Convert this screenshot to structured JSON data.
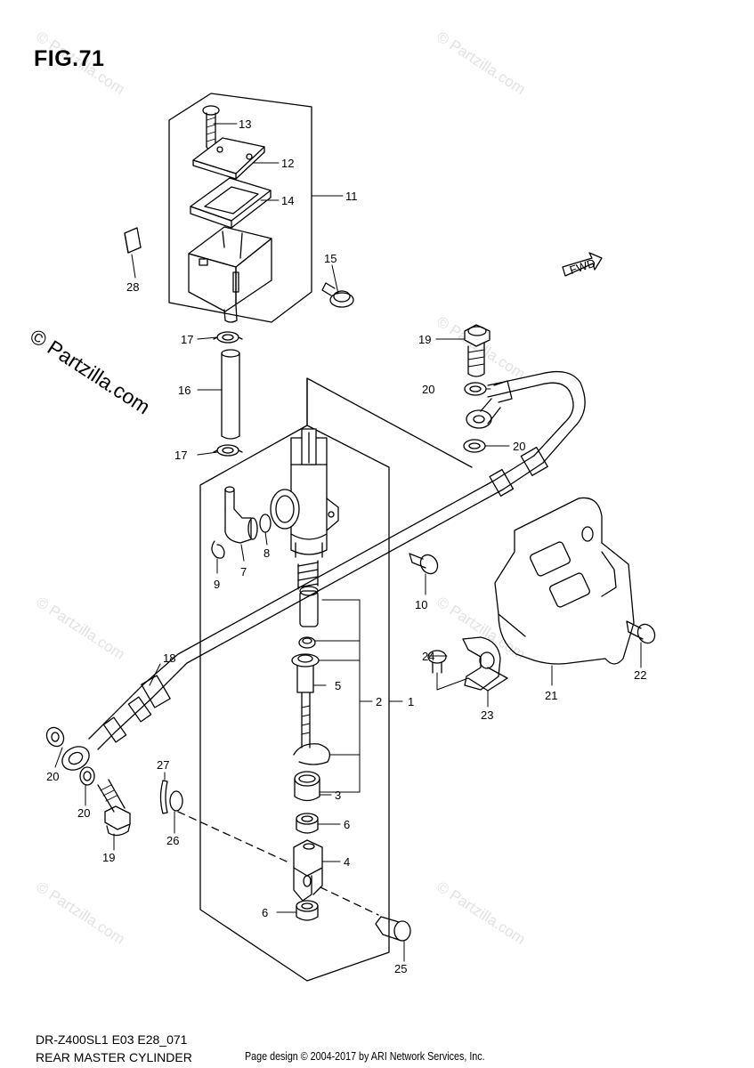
{
  "figure_title": "FIG.71",
  "model_code": "DR-Z400SL1 E03 E28_071",
  "diagram_name": "REAR MASTER CYLINDER",
  "page_credit": "Page design © 2004-2017 by ARI Network Services, Inc.",
  "watermark": "© Partzilla.com",
  "fwd_label": "FWD",
  "callouts": {
    "c1": "1",
    "c2": "2",
    "c3": "3",
    "c4": "4",
    "c5": "5",
    "c6a": "6",
    "c6b": "6",
    "c7": "7",
    "c8": "8",
    "c9": "9",
    "c10": "10",
    "c11": "11",
    "c12": "12",
    "c13": "13",
    "c14": "14",
    "c15": "15",
    "c16": "16",
    "c17a": "17",
    "c17b": "17",
    "c18": "18",
    "c19a": "19",
    "c19b": "19",
    "c20a": "20",
    "c20b": "20",
    "c20c": "20",
    "c20d": "20",
    "c21": "21",
    "c22": "22",
    "c23": "23",
    "c24": "24",
    "c25": "25",
    "c26": "26",
    "c27": "27",
    "c28": "28"
  }
}
